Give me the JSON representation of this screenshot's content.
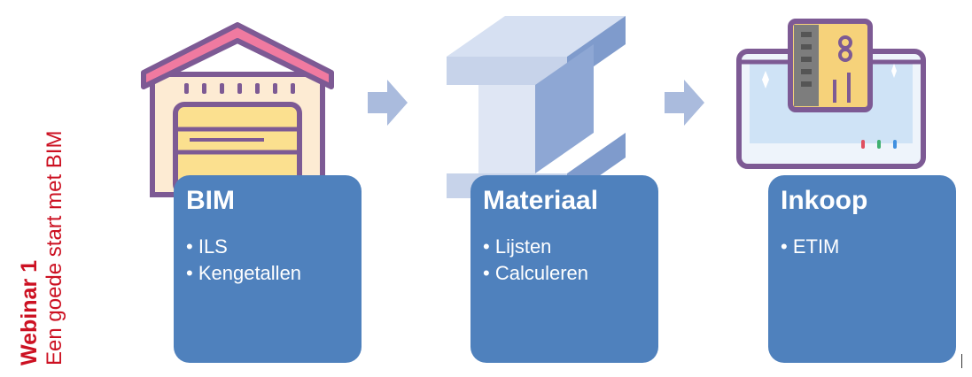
{
  "side_label": {
    "line1": "Webinar 1",
    "line2": "Een goede start met BIM"
  },
  "steps": [
    {
      "title": "BIM",
      "bullets": [
        "ILS",
        "Kengetallen"
      ],
      "icon": "warehouse-icon"
    },
    {
      "title": "Materiaal",
      "bullets": [
        "Lijsten",
        "Calculeren"
      ],
      "icon": "steel-beam-icon"
    },
    {
      "title": "Inkoop",
      "bullets": [
        "ETIM"
      ],
      "icon": "payment-terminal-icon"
    }
  ],
  "colors": {
    "accent_red": "#cc1122",
    "card_blue": "#4f81bd",
    "arrow_blue": "#aabbdd"
  }
}
